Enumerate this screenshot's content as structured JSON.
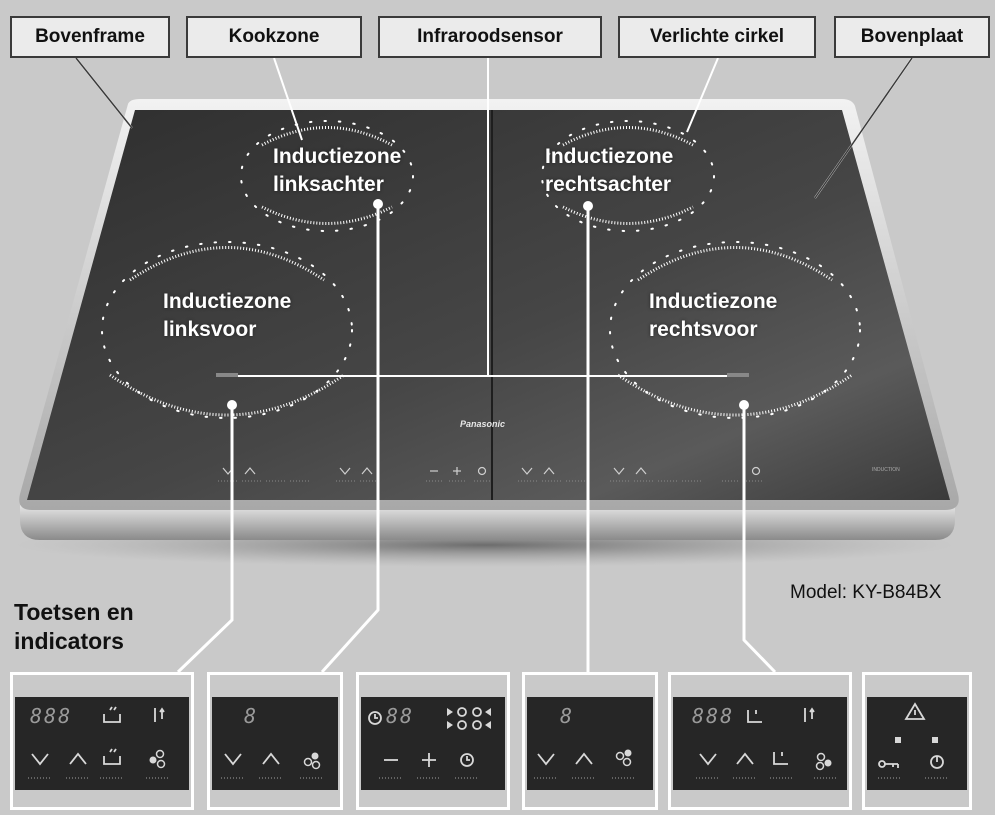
{
  "labels": {
    "top_frame": "Bovenframe",
    "cooking_zone": "Kookzone",
    "infrared_sensor": "Infraroodsensor",
    "lit_circle": "Verlichte cirkel",
    "top_plate": "Bovenplaat"
  },
  "zones": {
    "rear_left_line1": "Inductiezone",
    "rear_left_line2": "linksachter",
    "rear_right_line1": "Inductiezone",
    "rear_right_line2": "rechtsachter",
    "front_left_line1": "Inductiezone",
    "front_left_line2": "linksvoor",
    "front_right_line1": "Inductiezone",
    "front_right_line2": "rechtsvoor"
  },
  "brand": "Panasonic",
  "brand_small": "INDUCTION",
  "section_title_line1": "Toetsen en",
  "section_title_line2": "indicators",
  "model": "Model: KY-B84BX",
  "panels": {
    "left_digits": "888",
    "rear_left_digit": "8",
    "timer_digits": "88",
    "rear_right_digit": "8",
    "right_digits": "888"
  },
  "icons": [
    "chevron-down-icon",
    "chevron-up-icon",
    "pan-icon",
    "thermometer-icon",
    "boost-icon",
    "minus-icon",
    "plus-icon",
    "clock-icon",
    "key-lock-icon",
    "power-icon",
    "warning-triangle-icon"
  ],
  "colors": {
    "background": "#c9c9c9",
    "glass": "#3a3a3a",
    "panel": "#262626",
    "frame": "#ffffff",
    "label_bg": "#ebebeb"
  }
}
